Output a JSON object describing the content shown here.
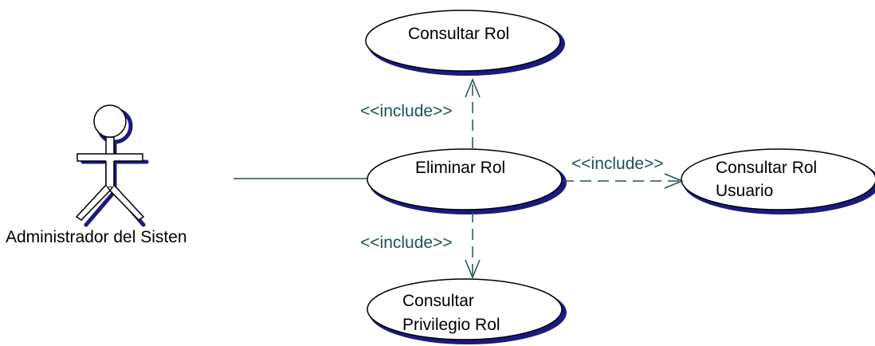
{
  "diagram": {
    "actor": {
      "name": "Administrador del Sisten"
    },
    "use_cases": {
      "consultar_rol": {
        "label": "Consultar Rol"
      },
      "eliminar_rol": {
        "label": "Eliminar Rol"
      },
      "consultar_rol_usuario": {
        "line1": "Consultar Rol",
        "line2": "Usuario"
      },
      "consultar_privilegio_rol": {
        "line1": "Consultar",
        "line2": "Privilegio Rol"
      }
    },
    "relations": {
      "include_top": "<<include>>",
      "include_right": "<<include>>",
      "include_bottom": "<<include>>"
    },
    "colors": {
      "ellipse_fill": "#ffffff",
      "ellipse_stroke": "#000000",
      "shadow": "#1a1a80",
      "include_line": "#1f5252",
      "association_line": "#1f5252"
    }
  }
}
